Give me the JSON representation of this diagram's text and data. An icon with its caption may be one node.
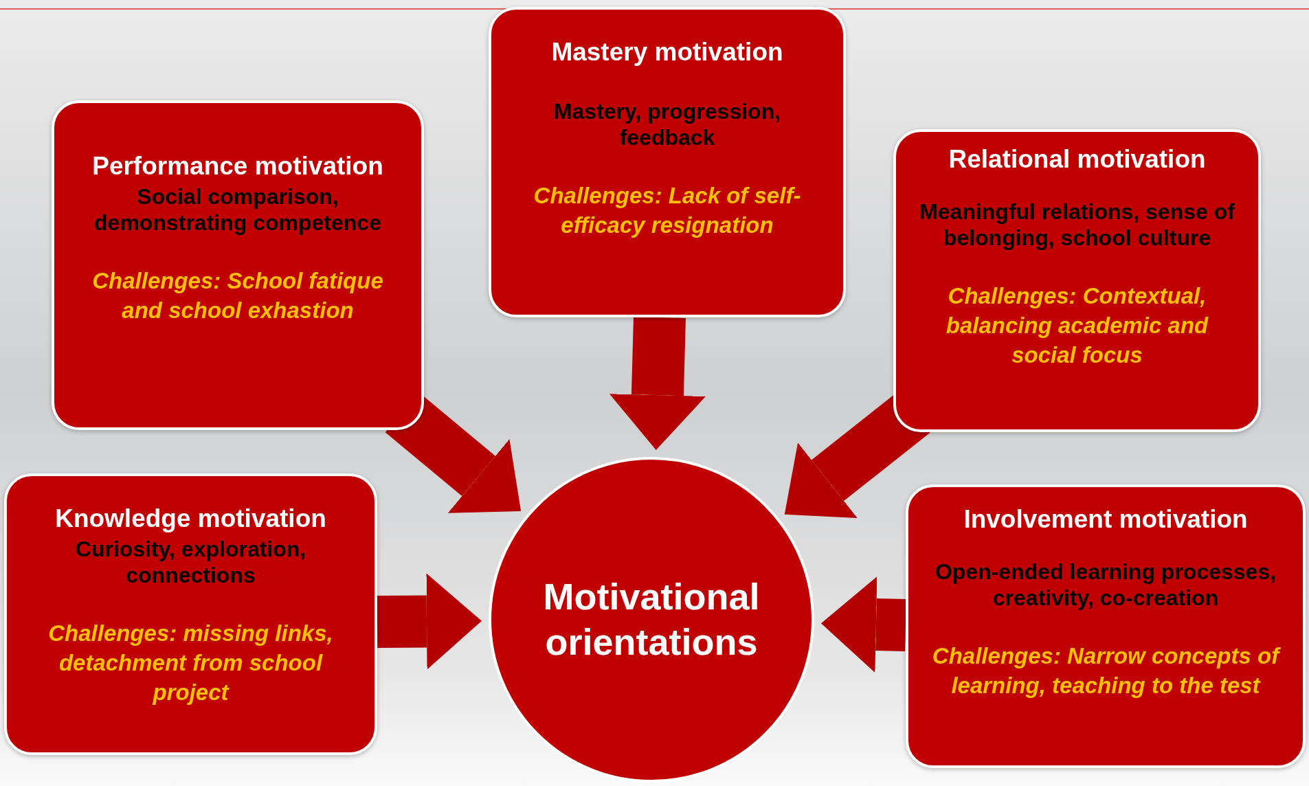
{
  "diagram": {
    "nodes": [
      {
        "text": [
          "Mastery motivation",
          "Mastery, progression, feedback",
          "Challenges: Lack of self-efficacy resignation"
        ]
      },
      {
        "text": [
          "Performance motivation",
          "Social comparison, demonstrating competence",
          "Challenges: School fatique and school exhastion"
        ]
      },
      {
        "text": [
          "Relational motivation",
          "Meaningful relations, sense of belonging, school culture",
          "Challenges: Contextual, balancing academic and social focus"
        ]
      },
      {
        "text": [
          "Knowledge motivation",
          "Curiosity, exploration, connections",
          "Challenges: missing links, detachment from school project"
        ]
      },
      {
        "text": [
          "Motivational orientations"
        ]
      },
      {
        "text": [
          "Involvement motivation",
          "Open-ended learning processes, creativity, co-creation",
          "Challenges: Narrow concepts of learning, teaching to the test"
        ]
      }
    ],
    "edges": [
      {
        "from": 0,
        "to": 4,
        "arrow": "to"
      },
      {
        "from": 1,
        "to": 4,
        "arrow": "to"
      },
      {
        "from": 2,
        "to": 4,
        "arrow": "to"
      },
      {
        "from": 3,
        "to": 4,
        "arrow": "to"
      },
      {
        "from": 5,
        "to": 4,
        "arrow": "to"
      }
    ]
  }
}
